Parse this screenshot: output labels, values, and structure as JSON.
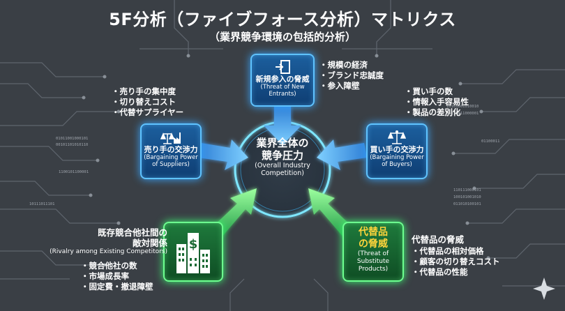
{
  "title": "5F分析（ファイブフォース分析）マトリクス",
  "subtitle": "（業界競争環境の包括的分析）",
  "center": {
    "jp_line1": "業界全体の",
    "jp_line2": "競争圧力",
    "en_line1": "(Overall Industry",
    "en_line2": "Competition)"
  },
  "forces": {
    "new_entrants": {
      "jp": "新規参入の脅威",
      "en_line1": "(Threat of New",
      "en_line2": "Entrants)",
      "icon": "door-exit-icon",
      "bullets": [
        "・規模の経済",
        "・ブランド忠誠度",
        "・参入障壁"
      ]
    },
    "suppliers": {
      "jp": "売り手の交渉力",
      "en_line1": "(Bargaining Power",
      "en_line2": "of Suppliers)",
      "icon": "scale-factory-icon",
      "bullets": [
        "・売り手の集中度",
        "・切り替えコスト",
        "・代替サプライヤー"
      ]
    },
    "buyers": {
      "jp": "買い手の交渉力",
      "en_line1": "(Bargaining Power",
      "en_line2": "of Buyers)",
      "icon": "balance-scale-icon",
      "bullets": [
        "・買い手の数",
        "・情報入手容易性",
        "・製品の差別化"
      ]
    },
    "rivalry": {
      "head_line1": "既存競合他社間の",
      "head_line2": "敵対関係",
      "en": "(Rivalry among Existing Competitors)",
      "icon": "buildings-dollar-icon",
      "bullets": [
        "・競合他社の数",
        "・市場成長率",
        "・固定費・撤退障壁"
      ]
    },
    "substitutes": {
      "jp_line1": "代替品",
      "jp_line2": "の脅威",
      "en_line1": "(Threat of",
      "en_line2": "Substitute",
      "en_line3": "Products)",
      "head": "代替品の脅威",
      "bullets": [
        "・代替品の相対価格",
        "・顧客の切り替えコスト",
        "・代替品の性能"
      ]
    }
  },
  "background_bits": [
    "01011001000101",
    "00101101010110",
    "1100101100001",
    "10101001010010",
    "01110011000001",
    "110111000101",
    "100101001010",
    "011010100101",
    "10111011101",
    "01100011"
  ],
  "colors": {
    "blue_glow": "#5fc3ff",
    "green_glow": "#6dff8f",
    "accent_yellow": "#ffd43b",
    "background": "#3a3f45"
  }
}
